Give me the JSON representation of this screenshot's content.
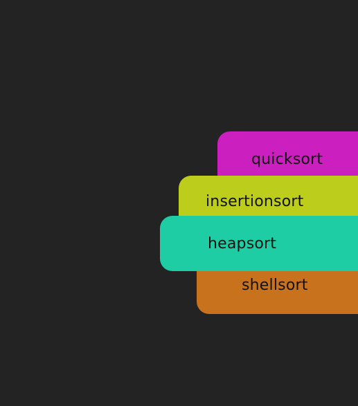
{
  "background_color": "#232323",
  "tabs": [
    {
      "id": "quicksort",
      "label": "quicksort",
      "color": "#cc1fc0"
    },
    {
      "id": "insertionsort",
      "label": "insertionsort",
      "color": "#bccd1c"
    },
    {
      "id": "heapsort",
      "label": "heapsort",
      "color": "#1ecda3"
    },
    {
      "id": "shellsort",
      "label": "shellsort",
      "color": "#c9721e"
    }
  ]
}
